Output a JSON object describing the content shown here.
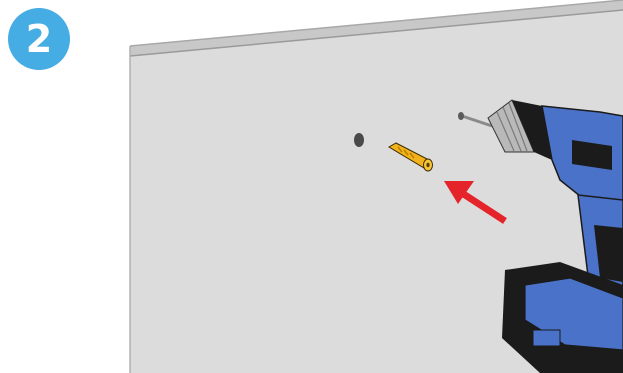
{
  "step": {
    "number": "2",
    "badge_color": "#45ade4",
    "number_color": "#ffffff"
  },
  "illustration": {
    "wall_color": "#dcdcdc",
    "wall_edge_color": "#a8a8a8",
    "drill_hole_color": "#4a4a4a",
    "wall_plug_color": "#f2b21c",
    "arrow_color": "#e5232b",
    "drill_body_color": "#4a72c8",
    "drill_dark_color": "#1b1b1b",
    "chuck_color": "#b9b9b9",
    "drill_bit_color": "#8a8a8a",
    "icons": [
      "wall-panel",
      "drilled-hole",
      "wall-plug",
      "direction-arrow",
      "power-drill"
    ]
  }
}
